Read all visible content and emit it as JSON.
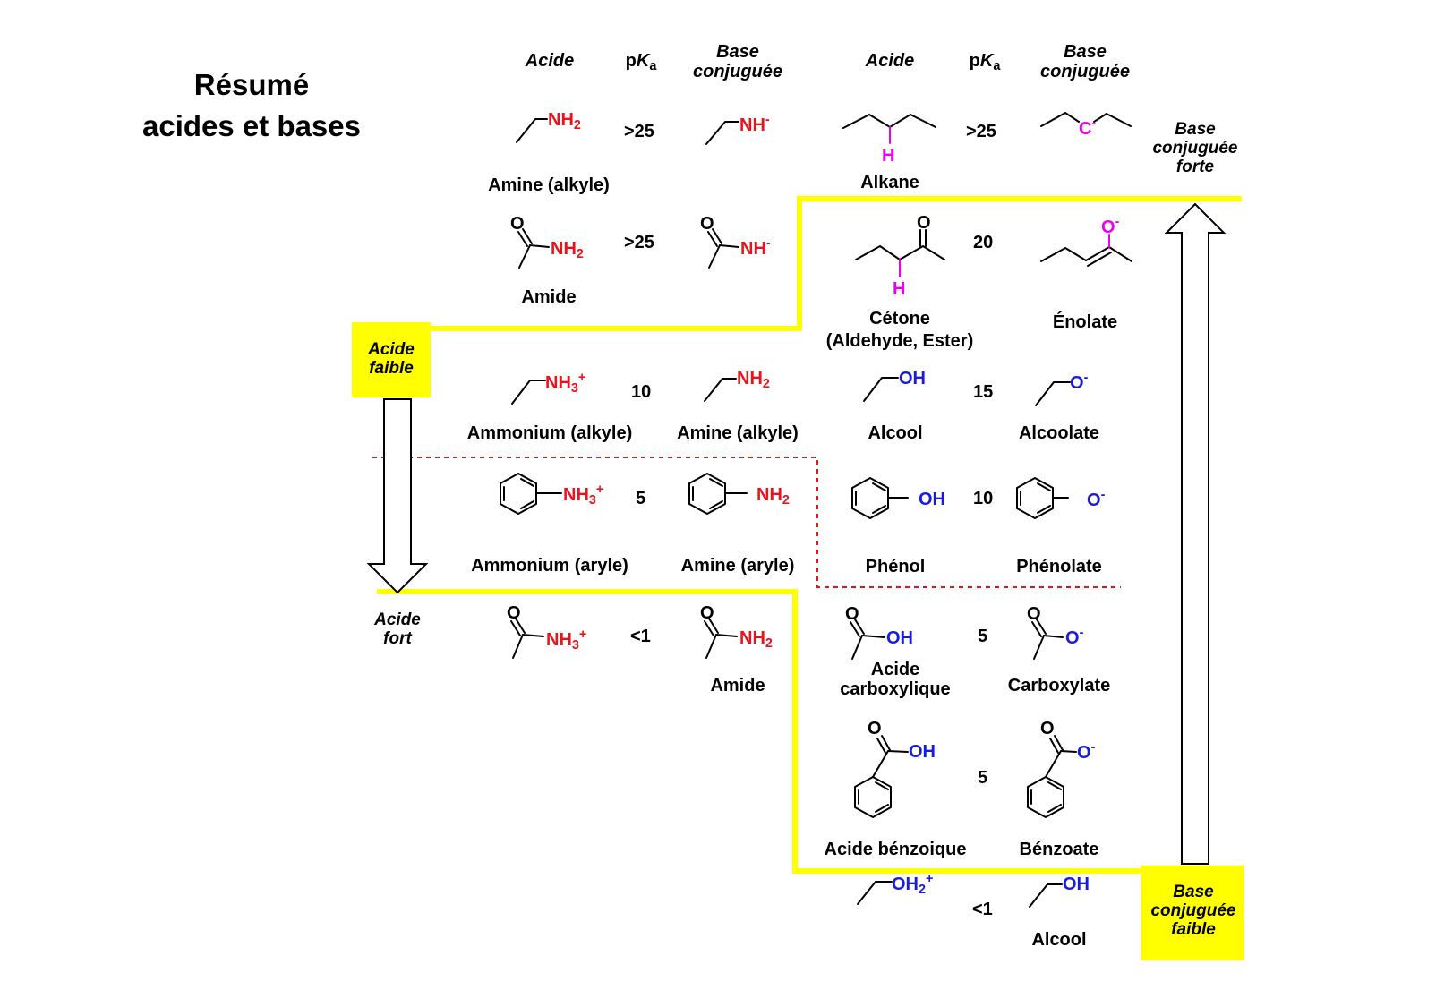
{
  "title": {
    "line1": "Résumé",
    "line2": "acides et bases"
  },
  "headers": {
    "acid": "Acide",
    "pka_p": "p",
    "pka_k": "K",
    "pka_a": "a",
    "base_l1": "Base",
    "base_l2": "conjuguée"
  },
  "side_labels": {
    "weak_acid_l1": "Acide",
    "weak_acid_l2": "faible",
    "strong_acid_l1": "Acide",
    "strong_acid_l2": "fort",
    "strong_base_l1": "Base",
    "strong_base_l2": "conjuguée",
    "strong_base_l3": "forte",
    "weak_base_l1": "Base",
    "weak_base_l2": "conjuguée",
    "weak_base_l3": "faible"
  },
  "atoms": {
    "NH": "NH",
    "N": "N",
    "H": "H",
    "O": "O",
    "C": "C",
    "OH": "OH",
    "sub2": "2",
    "sub3": "3",
    "plus": "+",
    "minus": "-"
  },
  "compounds": {
    "amine_alkyl": "Amine (alkyle)",
    "amide": "Amide",
    "alkane": "Alkane",
    "cetone_l1": "Cétone",
    "cetone_l2": "(Aldehyde, Ester)",
    "enolate": "Énolate",
    "ammonium_alkyl": "Ammonium (alkyle)",
    "amine_alkyl2": "Amine (alkyle)",
    "alcool": "Alcool",
    "alcoolate": "Alcoolate",
    "ammonium_aryl": "Ammonium (aryle)",
    "amine_aryl": "Amine (aryle)",
    "phenol": "Phénol",
    "phenolate": "Phénolate",
    "amide2": "Amide",
    "acide_carb_l1": "Acide",
    "acide_carb_l2": "carboxylique",
    "carboxylate": "Carboxylate",
    "acide_benz": "Acide bénzoique",
    "benzoate": "Bénzoate",
    "alcool2": "Alcool"
  },
  "pka": {
    "amine": ">25",
    "alkane": ">25",
    "amide": ">25",
    "cetone": "20",
    "ammonium_alkyl": "10",
    "alcool": "15",
    "ammonium_aryl": "5",
    "phenol": "10",
    "amide_prot": "<1",
    "carboxylic": "5",
    "benzoic": "5",
    "oxonium": "<1"
  },
  "colors": {
    "highlight": "#ffff00",
    "nitrogen": "#e8141c",
    "oxygen": "#1a1adc",
    "carbanion": "#ee00ee",
    "divider": "#e8141c"
  }
}
